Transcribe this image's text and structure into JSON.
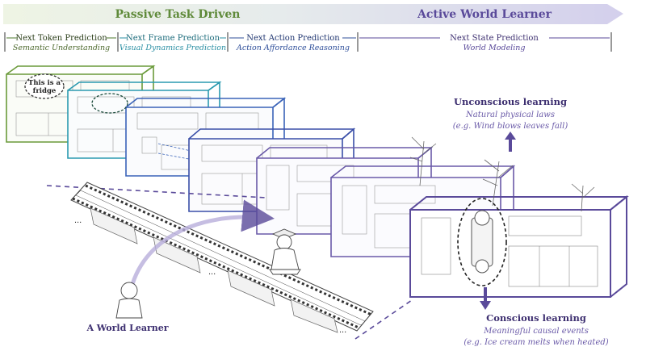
{
  "header": {
    "left_title": "Passive Task Driven",
    "right_title": "Active World Learner",
    "colors": {
      "green": "#5f8a3a",
      "purple": "#5a4a9a",
      "arrow_fill_start": "#eef4e4",
      "arrow_fill_end": "#d9d6ee"
    }
  },
  "stages": [
    {
      "title": "Next Token Prediction",
      "subtitle": "Semantic Understanding",
      "color": "#4e7a2e"
    },
    {
      "title": "Next Frame Prediction",
      "subtitle": "Visual Dynamics Prediction",
      "color": "#2a8fa3"
    },
    {
      "title": "Next Action Prediction",
      "subtitle": "Action Affordance Reasoning",
      "color": "#2f4f9a"
    },
    {
      "title": "Next State Prediction",
      "subtitle": "World Modeling",
      "color": "#5a4a9a"
    }
  ],
  "fridge_label": {
    "line1": "This is a",
    "line2": "fridge"
  },
  "unconscious": {
    "title": "Unconscious learning",
    "subtitle": "Natural physical laws",
    "example": "(e.g. Wind blows leaves fall)"
  },
  "conscious": {
    "title": "Conscious learning",
    "subtitle": "Meaningful causal events",
    "example": "(e.g. Ice cream melts when heated)"
  },
  "learner_label": "A World Learner",
  "film_ellipsis": "..."
}
